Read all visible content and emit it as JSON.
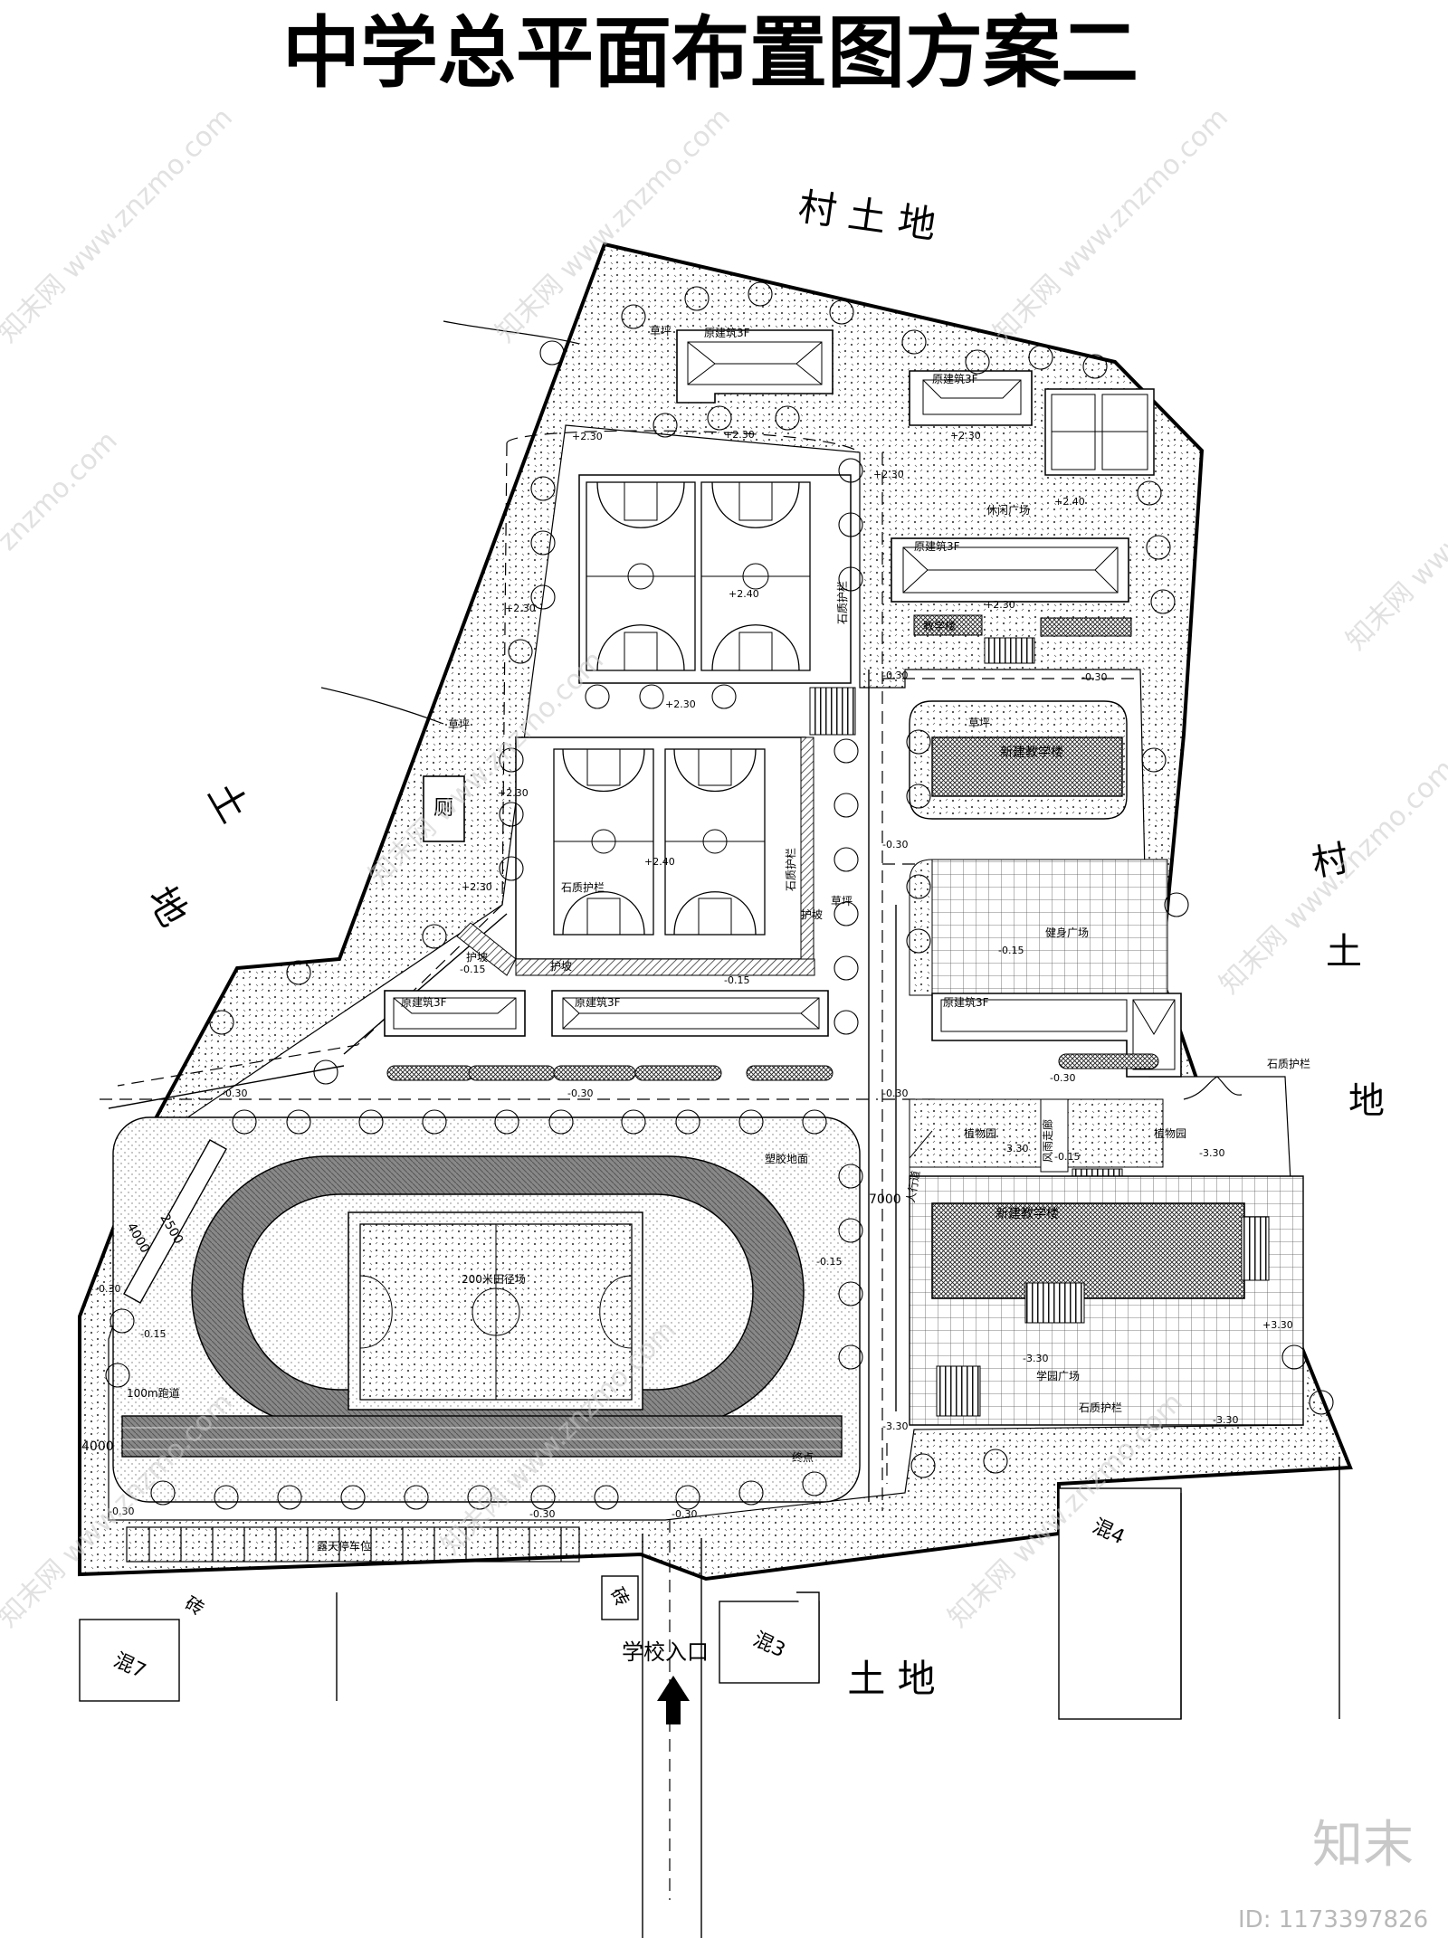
{
  "title": "中学总平面布置图方案二",
  "surroundings": {
    "north": "村 土 地",
    "west_1": "土",
    "west_2": "地",
    "east_1": "村",
    "east_2": "土",
    "east_3": "地",
    "south": "土 地"
  },
  "neighbor_buildings": {
    "sw": "混7",
    "south_mid": "混3",
    "se": "混4",
    "brick_1": "砖",
    "brick_2": "砖"
  },
  "labels": {
    "lawn_north": "草坪",
    "old_bldg_north": "原建筑3F",
    "old_bldg_ne": "原建筑3F",
    "leisure_plaza": "休闲广场",
    "old_bldg_east": "原建筑3F",
    "east_bldg_gf": "教学楼",
    "lawn_mid": "草坪",
    "new_bldg_mid": "新建教学楼",
    "fitness_plaza": "健身广场",
    "old_bldg_se": "原建筑3F",
    "old_bldg_sw1": "原建筑3F",
    "old_bldg_sw2": "原建筑3F",
    "toilet": "厕",
    "lawn_west": "草坪",
    "stone_rail_1": "石质护栏",
    "stone_rail_2": "石质护栏",
    "stone_rail_3": "石质护栏",
    "stone_rail_4": "石质护栏",
    "stone_rail_5": "石质护栏",
    "slope_1": "护坡",
    "slope_2": "护坡",
    "slope_3": "护坡",
    "lawn_east": "草坪",
    "plastic_ground": "塑胶地面",
    "stadium": "200米田径场",
    "sprint": "100m跑道",
    "finish": "终点",
    "parking": "露天停车位",
    "garden_1": "植物园",
    "garden_2": "植物园",
    "covered_way": "风雨走廊",
    "new_bldg_south": "新建教学楼",
    "campus_plaza": "学园广场",
    "road_width": "7000",
    "dim_2500": "2500",
    "dim_4000a": "4000",
    "dim_4000b": "4000",
    "entrance": "学校入口",
    "side_path": "人行道"
  },
  "elevations": [
    "+2.30",
    "+2.30",
    "+2.30",
    "+2.30",
    "+2.30",
    "+2.30",
    "+2.30",
    "+2.30",
    "+2.30",
    "+2.40",
    "+2.40",
    "+2.40",
    "-0.30",
    "-0.30",
    "-0.30",
    "-0.30",
    "-0.30",
    "-0.30",
    "-0.30",
    "-0.30",
    "-0.30",
    "-0.30",
    "-0.30",
    "-0.15",
    "-0.15",
    "-0.15",
    "-0.15",
    "-0.15",
    "-3.30",
    "-3.30",
    "-3.30",
    "+3.30",
    "-3.30",
    "-3.30",
    "-0.15"
  ],
  "watermark": "znzmo.com",
  "watermark_cn": "知末网 www.znzmo.com",
  "brand": "知末",
  "image_id": "ID: 1173397826"
}
